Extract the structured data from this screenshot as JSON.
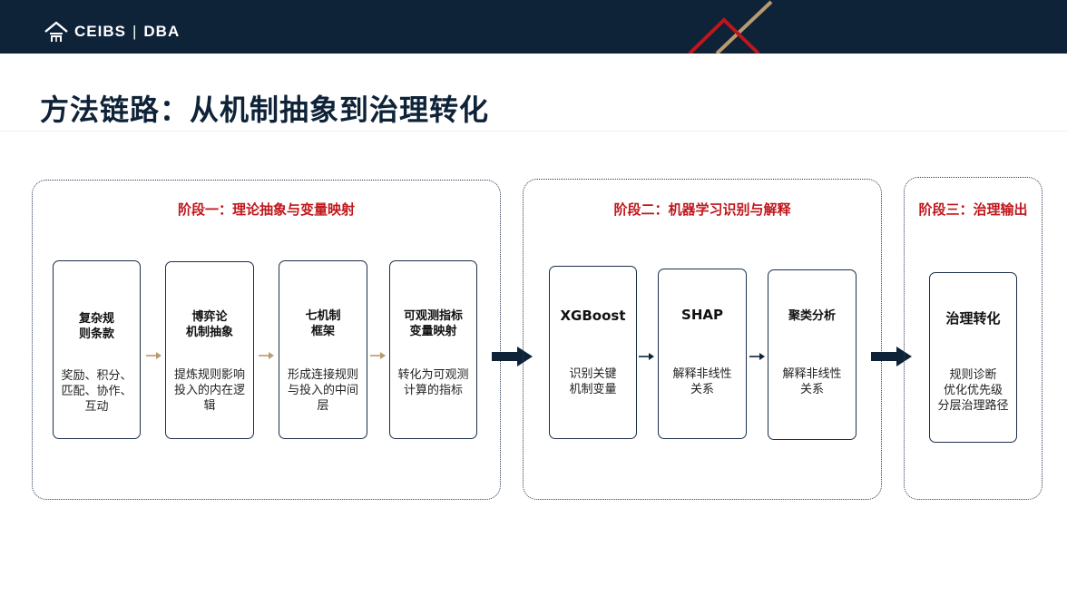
{
  "header": {
    "logo_main": "CEIBS",
    "logo_sub": "DBA",
    "logo_icon": "ceibs-building-icon"
  },
  "page_title": "方法链路：从机制抽象到治理转化",
  "colors": {
    "header_bg": "#0e2238",
    "stage_title": "#c0161b",
    "card_border": "#1c2f4a",
    "small_arrow_stage1": "#b99a6e",
    "arrow_dark": "#0e2238"
  },
  "stages": [
    {
      "title": "阶段一：理论抽象与变量映射",
      "cards": [
        {
          "title": "复杂规\n则条款",
          "desc": "奖励、积分、\n匹配、协作、\n互动"
        },
        {
          "title": "博弈论\n机制抽象",
          "desc": "提炼规则影响\n投入的内在逻\n辑"
        },
        {
          "title": "七机制\n框架",
          "desc": "形成连接规则\n与投入的中间\n层"
        },
        {
          "title": "可观测指标\n变量映射",
          "desc": "转化为可观测\n计算的指标"
        }
      ]
    },
    {
      "title": "阶段二：机器学习识别与解释",
      "cards": [
        {
          "title": "XGBoost",
          "desc": "识别关键\n机制变量"
        },
        {
          "title": "SHAP",
          "desc": "解释非线性\n关系"
        },
        {
          "title": "聚类分析",
          "desc": "解释非线性\n关系"
        }
      ]
    },
    {
      "title": "阶段三：治理输出",
      "cards": [
        {
          "title": "治理转化",
          "desc": "规则诊断\n优化优先级\n分层治理路径"
        }
      ]
    }
  ]
}
